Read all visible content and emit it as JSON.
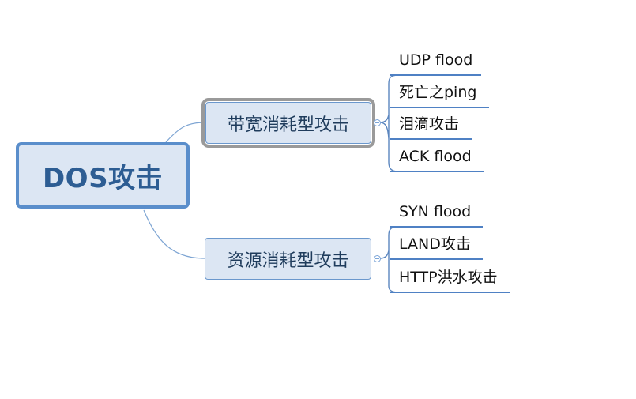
{
  "diagram": {
    "root": {
      "label": "DOS攻击"
    },
    "branches": [
      {
        "label": "带宽消耗型攻击",
        "children": [
          "UDP flood",
          "死亡之ping",
          "泪滴攻击",
          "ACK flood"
        ]
      },
      {
        "label": "资源消耗型攻击",
        "children": [
          "SYN flood",
          "LAND攻击",
          "HTTP洪水攻击"
        ]
      }
    ]
  },
  "colors": {
    "root_border": "#5a8ecb",
    "node_fill": "#dce6f3",
    "connector": "#5b86bf",
    "underline": "#4f81c4",
    "selection": "#9a9a9a"
  }
}
